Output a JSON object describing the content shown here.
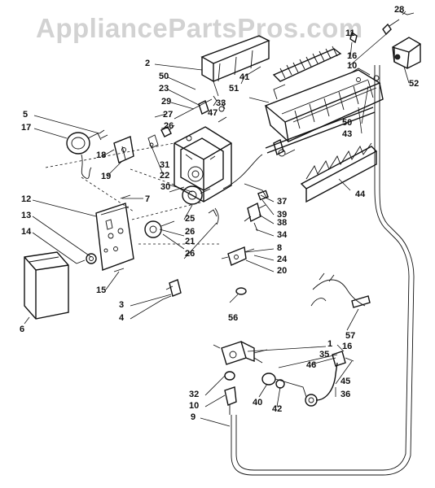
{
  "watermark": "AppliancePartsPros.com",
  "labels": {
    "p1": "1",
    "p2": "2",
    "p3": "3",
    "p4": "4",
    "p5": "5",
    "p6": "6",
    "p7": "7",
    "p8": "8",
    "p9": "9",
    "p10a": "10",
    "p10b": "10",
    "p11": "11",
    "p12": "12",
    "p13": "13",
    "p14": "14",
    "p15": "15",
    "p16a": "16",
    "p16b": "16",
    "p17": "17",
    "p18": "18",
    "p19": "19",
    "p20": "20",
    "p21": "21",
    "p22": "22",
    "p23": "23",
    "p24": "24",
    "p25": "25",
    "p26a": "26",
    "p26b": "26",
    "p26c": "26",
    "p27": "27",
    "p28": "28",
    "p29": "29",
    "p30": "30",
    "p31": "31",
    "p32": "32",
    "p33": "33",
    "p34": "34",
    "p35": "35",
    "p36": "36",
    "p37": "37",
    "p38": "38",
    "p39": "39",
    "p40": "40",
    "p41": "41",
    "p42": "42",
    "p43": "43",
    "p44": "44",
    "p45": "45",
    "p46": "46",
    "p47": "47",
    "p50a": "50",
    "p50b": "50",
    "p51": "51",
    "p52": "52",
    "p56": "56",
    "p57": "57"
  }
}
